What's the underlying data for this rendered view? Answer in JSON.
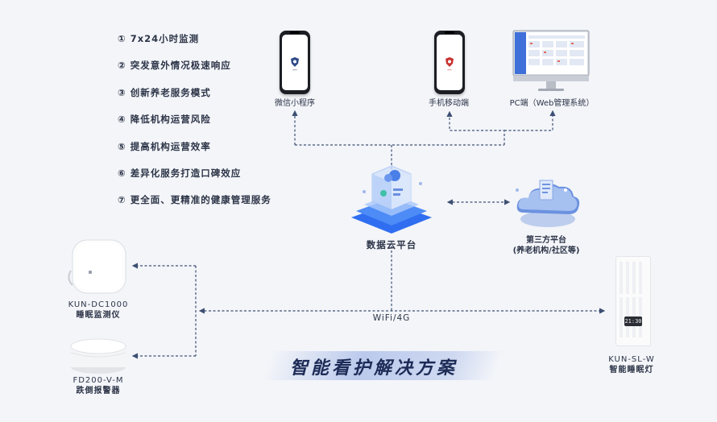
{
  "features": [
    "① 7x24小时监测",
    "② 突发意外情况极速响应",
    "③ 创新养老服务模式",
    "④ 降低机构运营风险",
    "⑤ 提高机构运营效率",
    "⑥ 差异化服务打造口碑效应",
    "⑦ 更全面、更精准的健康管理服务"
  ],
  "clients": {
    "wechat": "微信小程序",
    "mobile": "手机移动端",
    "pc": "PC端（Web管理系统）"
  },
  "cloud": {
    "label": "数据云平台"
  },
  "third_party": {
    "line1": "第三方平台",
    "line2": "(养老机构/社区等)"
  },
  "network_label": "WiFi/4G",
  "devices": {
    "dc1000_model": "KUN-DC1000",
    "dc1000_name": "睡眠监测仪",
    "fd200_model": "FD200-V-M",
    "fd200_name": "跌倒报警器",
    "lamp_model": "KUN-SL-W",
    "lamp_name": "智能睡眠灯",
    "lamp_clock": "21:30"
  },
  "title": "智能看护解决方案",
  "colors": {
    "line": "#3d4f72",
    "accent": "#3d7bf0",
    "dark_text": "#1d2b57"
  }
}
